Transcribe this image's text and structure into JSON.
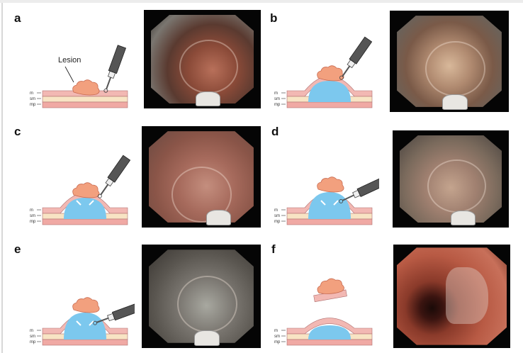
{
  "panels": [
    {
      "label": "a",
      "annotation": "Lesion"
    },
    {
      "label": "b"
    },
    {
      "label": "c"
    },
    {
      "label": "d"
    },
    {
      "label": "e"
    },
    {
      "label": "f"
    }
  ],
  "layers": {
    "m": "m",
    "sm": "sm",
    "mp": "mp"
  },
  "colors": {
    "mucosa": "#f2b8b3",
    "submucosa": "#f8e4c4",
    "muscularis": "#f0a9a4",
    "cushion": "#7cc8ee",
    "lesion": "#f2a07e"
  }
}
